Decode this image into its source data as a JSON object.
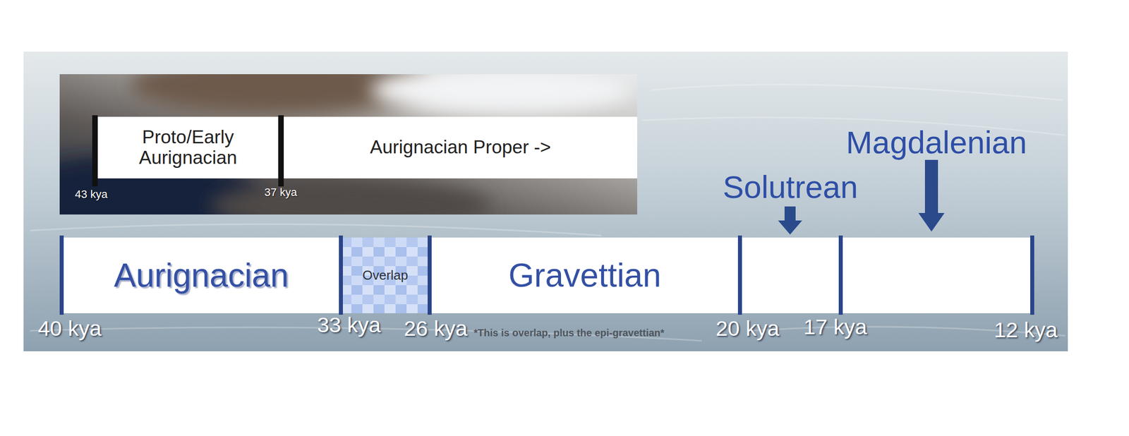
{
  "diagram": {
    "nodes": [
      {
        "text": [
          "Proto/Early Aurignacian"
        ]
      },
      {
        "text": [
          "Aurignacian Proper ->"
        ]
      },
      {
        "text": [
          "Aurignacian"
        ]
      },
      {
        "text": [
          "Overlap"
        ]
      },
      {
        "text": [
          "Gravettian"
        ]
      },
      {
        "text": [
          "Solutrean"
        ]
      },
      {
        "text": [
          "Magdalenian"
        ]
      }
    ],
    "labels": [
      "43 kya",
      "37 kya",
      "40 kya",
      "33 kya",
      "26 kya",
      "20 kya",
      "17 kya",
      "12 kya",
      "*This is overlap, plus the epi-gravettian*"
    ]
  }
}
